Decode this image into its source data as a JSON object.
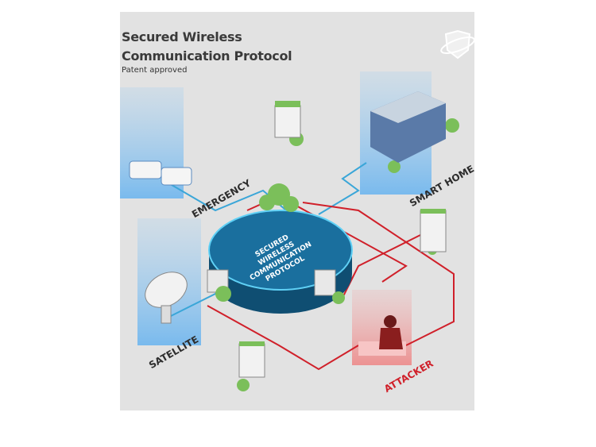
{
  "header": {
    "title_line1": "Secured Wireless",
    "title_line2": "Communication Protocol",
    "subtitle": "Patent approved"
  },
  "hub": {
    "line1": "SECURED",
    "line2": "WIRELESS",
    "line3": "COMMUNICATION",
    "line4": "PROTOCOL"
  },
  "nodes": {
    "emergency": "EMERGENCY",
    "smart_home": "SMART HOME",
    "satellite": "SATELLITE",
    "attacker": "ATTACKER"
  },
  "colors": {
    "secure_link": "#3aa6d8",
    "attack_link": "#d0202a",
    "hub": "#1a6f9e",
    "background": "#e2e2e2"
  }
}
